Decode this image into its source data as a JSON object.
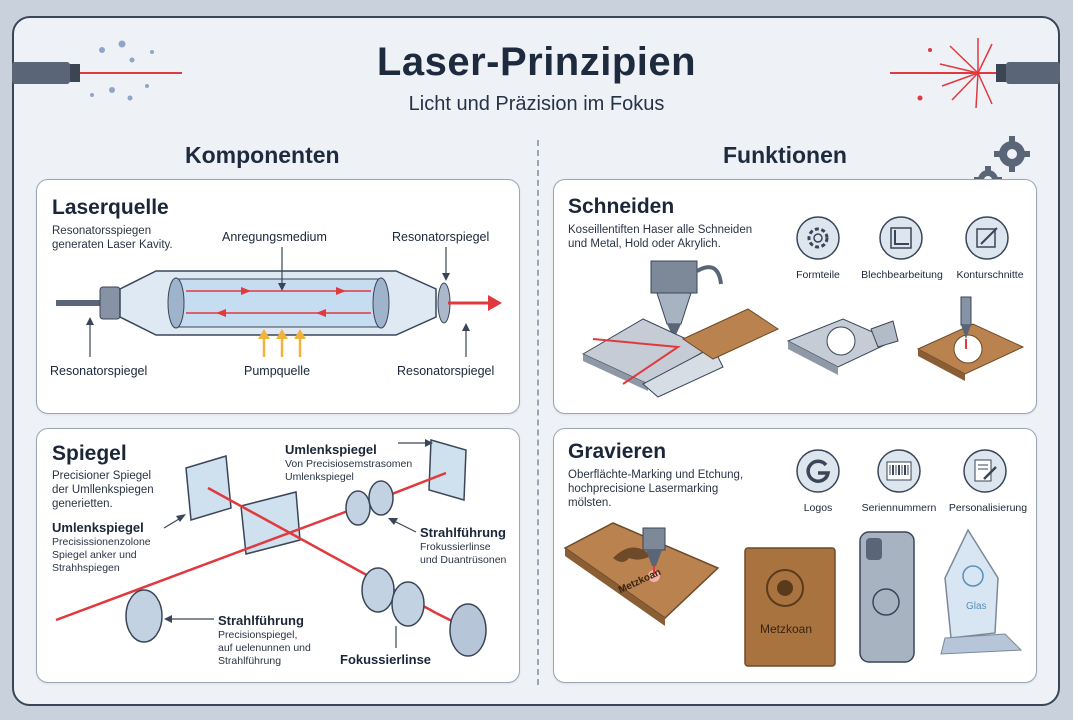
{
  "header": {
    "title": "Laser-Prinzipien",
    "subtitle": "Licht und Präzision im Fokus"
  },
  "sections": {
    "left": "Komponenten",
    "right": "Funktionen"
  },
  "laserquelle": {
    "heading": "Laserquelle",
    "description_line1": "Resonatorsspiegen",
    "description_line2": "generaten Laser Kavity.",
    "label_medium": "Anregungsmedium",
    "label_mirror_top": "Resonatorspiegel",
    "label_mirror_left": "Resonatorspiegel",
    "label_pump": "Pumpquelle",
    "label_mirror_right": "Resonatorspiegel"
  },
  "spiegel": {
    "heading": "Spiegel",
    "description_line1": "Precisioner Spiegel",
    "description_line2": "der Umllenkspiegen",
    "description_line3": "generietten.",
    "umlenk_left_title": "Umlenkspiegel",
    "umlenk_left_line1": "Precisissionenzolone",
    "umlenk_left_line2": "Spiegel anker und",
    "umlenk_left_line3": "Strahhspiegen",
    "umlenk_top_title": "Umlenkspiegel",
    "umlenk_top_line1": "Von Precisiosemstrasomen",
    "umlenk_top_line2": "Umlenkspiegel",
    "strahl_right_title": "Strahlführung",
    "strahl_right_line1": "Frokussierlinse",
    "strahl_right_line2": "und Duantrüsonen",
    "strahl_bottom_title": "Strahlführung",
    "strahl_bottom_line1": "Precisionspiegel,",
    "strahl_bottom_line2": "auf uelenunnen und",
    "strahl_bottom_line3": "Strahlführung",
    "fokus_label": "Fokussierlinse"
  },
  "schneiden": {
    "heading": "Schneiden",
    "description_line1": "Koseillentiften Haser alle Schneiden",
    "description_line2": "und Metal, Hold oder Akrylich.",
    "icons": [
      {
        "label": "Formteile",
        "icon": "gear-icon"
      },
      {
        "label": "Blechbearbeitung",
        "icon": "square-angle-icon"
      },
      {
        "label": "Konturschnitte",
        "icon": "pencil-square-icon"
      }
    ]
  },
  "gravieren": {
    "heading": "Gravieren",
    "description_line1": "Oberflächte-Marking und Etchung,",
    "description_line2": "hochprecisione Lasermarking",
    "description_line3": "mölsten.",
    "icons": [
      {
        "label": "Logos",
        "icon": "g-logo-icon"
      },
      {
        "label": "Seriennummern",
        "icon": "barcode-icon"
      },
      {
        "label": "Personalisierung",
        "icon": "edit-document-icon"
      }
    ],
    "board_text": "Metzkoan",
    "plaque_text": "Metzkoan",
    "trophy_text": "Glas"
  },
  "colors": {
    "laser": "#e0393e",
    "frame": "#3a4658",
    "panel_bg": "#ffffff",
    "page_bg": "#eef2f7",
    "pump_arrow": "#f0b43c",
    "wood": "#b9824e"
  }
}
